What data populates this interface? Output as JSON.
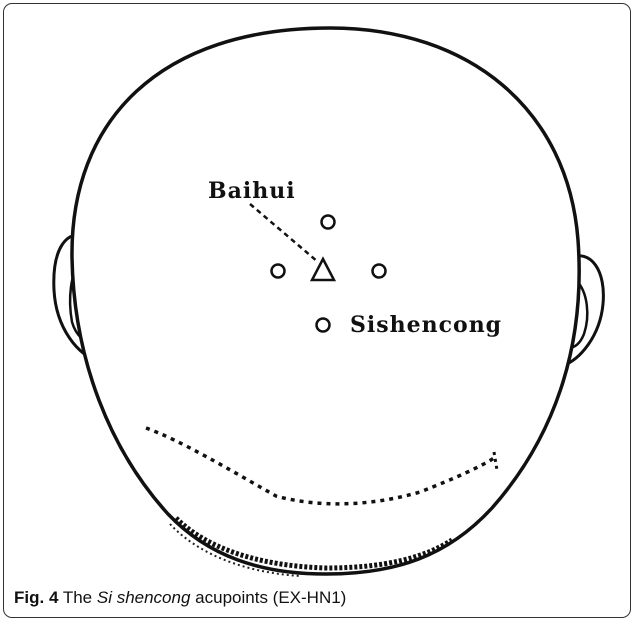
{
  "figure": {
    "labels": {
      "baihui": "Baihui",
      "sishencong": "Sishencong"
    },
    "caption": {
      "number": "Fig. 4",
      "text_before": "The",
      "italic": "Si shencong",
      "text_after": "acupoints (EX-HN1)"
    }
  }
}
